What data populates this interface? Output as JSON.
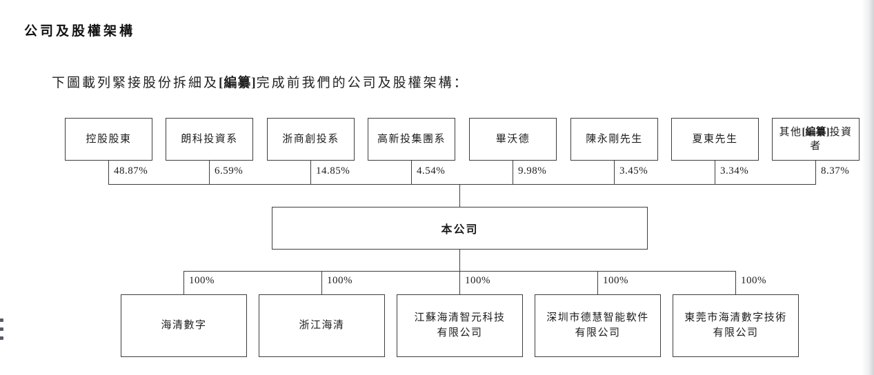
{
  "page": {
    "title": "公司及股權架構",
    "intro": {
      "pre": "下圖載列緊接股份拆細及",
      "redacted": "[編纂]",
      "post": "完成前我們的公司及股權架構："
    }
  },
  "chart": {
    "company": {
      "label": "本公司"
    },
    "shareholders": [
      {
        "pre": "控股股東",
        "redacted": "",
        "post": "",
        "percent": "48.87%"
      },
      {
        "pre": "朗科投資系",
        "redacted": "",
        "post": "",
        "percent": "6.59%"
      },
      {
        "pre": "浙商創投系",
        "redacted": "",
        "post": "",
        "percent": "14.85%"
      },
      {
        "pre": "高新投集團系",
        "redacted": "",
        "post": "",
        "percent": "4.54%"
      },
      {
        "pre": "畢沃德",
        "redacted": "",
        "post": "",
        "percent": "9.98%"
      },
      {
        "pre": "陳永剛先生",
        "redacted": "",
        "post": "",
        "percent": "3.45%"
      },
      {
        "pre": "夏東先生",
        "redacted": "",
        "post": "",
        "percent": "3.34%"
      },
      {
        "pre": "其他",
        "redacted": "[編纂]",
        "post": "投資者",
        "percent": "8.37%"
      }
    ],
    "subsidiaries": [
      {
        "line1": "海清數字",
        "line2": "",
        "percent": "100%"
      },
      {
        "line1": "浙江海清",
        "line2": "",
        "percent": "100%"
      },
      {
        "line1": "江蘇海清智元科技",
        "line2": "有限公司",
        "percent": "100%"
      },
      {
        "line1": "深圳市德慧智能軟件",
        "line2": "有限公司",
        "percent": "100%"
      },
      {
        "line1": "東莞市海清數字技術",
        "line2": "有限公司",
        "percent": "100%"
      }
    ]
  }
}
